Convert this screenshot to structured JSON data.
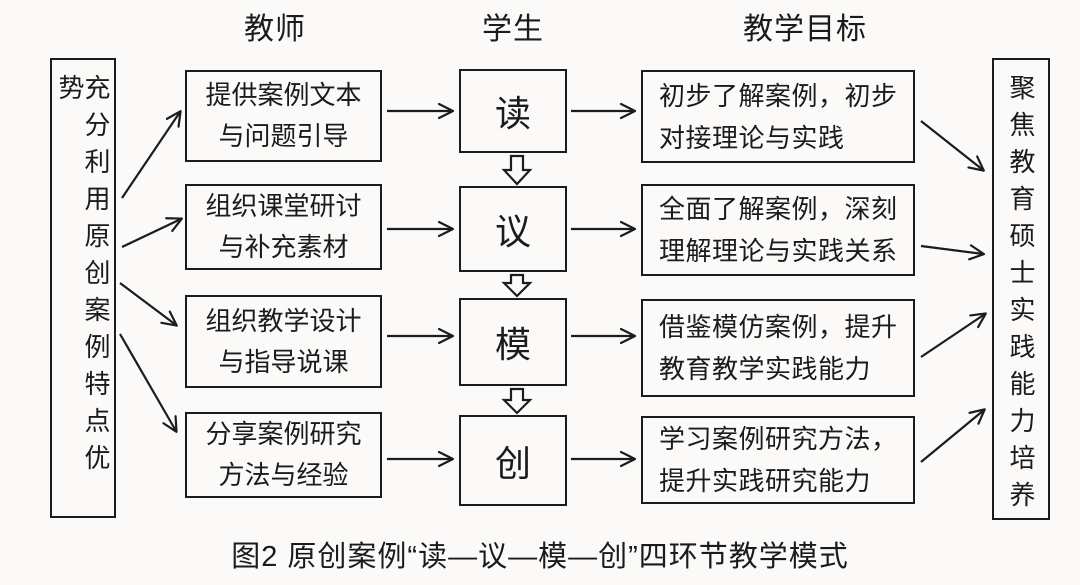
{
  "page": {
    "background": "#fbfaf8",
    "line_color": "#1c1c1c",
    "caption": "图2 原创案例“读—议—模—创”四环节教学模式"
  },
  "headers": {
    "teacher": "教师",
    "student": "学生",
    "objective": "教学目标"
  },
  "left_box": {
    "text": "充分利用原创案例特点优势"
  },
  "right_box": {
    "text": "聚焦教育硕士实践能力培养"
  },
  "teacher_boxes": [
    {
      "line1": "提供案例文本",
      "line2": "与问题引导"
    },
    {
      "line1": "组织课堂研讨",
      "line2": "与补充素材"
    },
    {
      "line1": "组织教学设计",
      "line2": "与指导说课"
    },
    {
      "line1": "分享案例研究",
      "line2": "方法与经验"
    }
  ],
  "student_boxes": [
    {
      "label": "读"
    },
    {
      "label": "议"
    },
    {
      "label": "模"
    },
    {
      "label": "创"
    }
  ],
  "objective_boxes": [
    {
      "line1": "初步了解案例，初步",
      "line2": "对接理论与实践"
    },
    {
      "line1": "全面了解案例，深刻",
      "line2": "理解理论与实践关系"
    },
    {
      "line1": "借鉴模仿案例，提升",
      "line2": "教育教学实践能力"
    },
    {
      "line1": "学习案例研究方法，",
      "line2": "提升实践研究能力"
    }
  ]
}
